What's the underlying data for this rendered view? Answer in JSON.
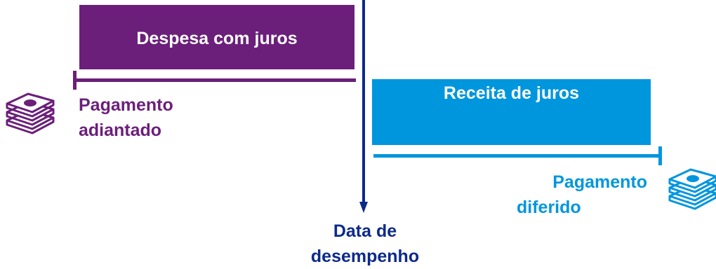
{
  "colors": {
    "expense": "#6b1f7a",
    "revenue": "#0096de",
    "performance": "#0d2a8a"
  },
  "expense": {
    "title": "Despesa com juros",
    "payment_line1": "Pagamento",
    "payment_line2": "adiantado",
    "icon": "money-stack-icon"
  },
  "revenue": {
    "title": "Receita de juros",
    "payment_line1": "Pagamento",
    "payment_line2": "diferido",
    "icon": "money-stack-icon"
  },
  "performance_date": {
    "line1": "Data de",
    "line2": "desempenho"
  }
}
